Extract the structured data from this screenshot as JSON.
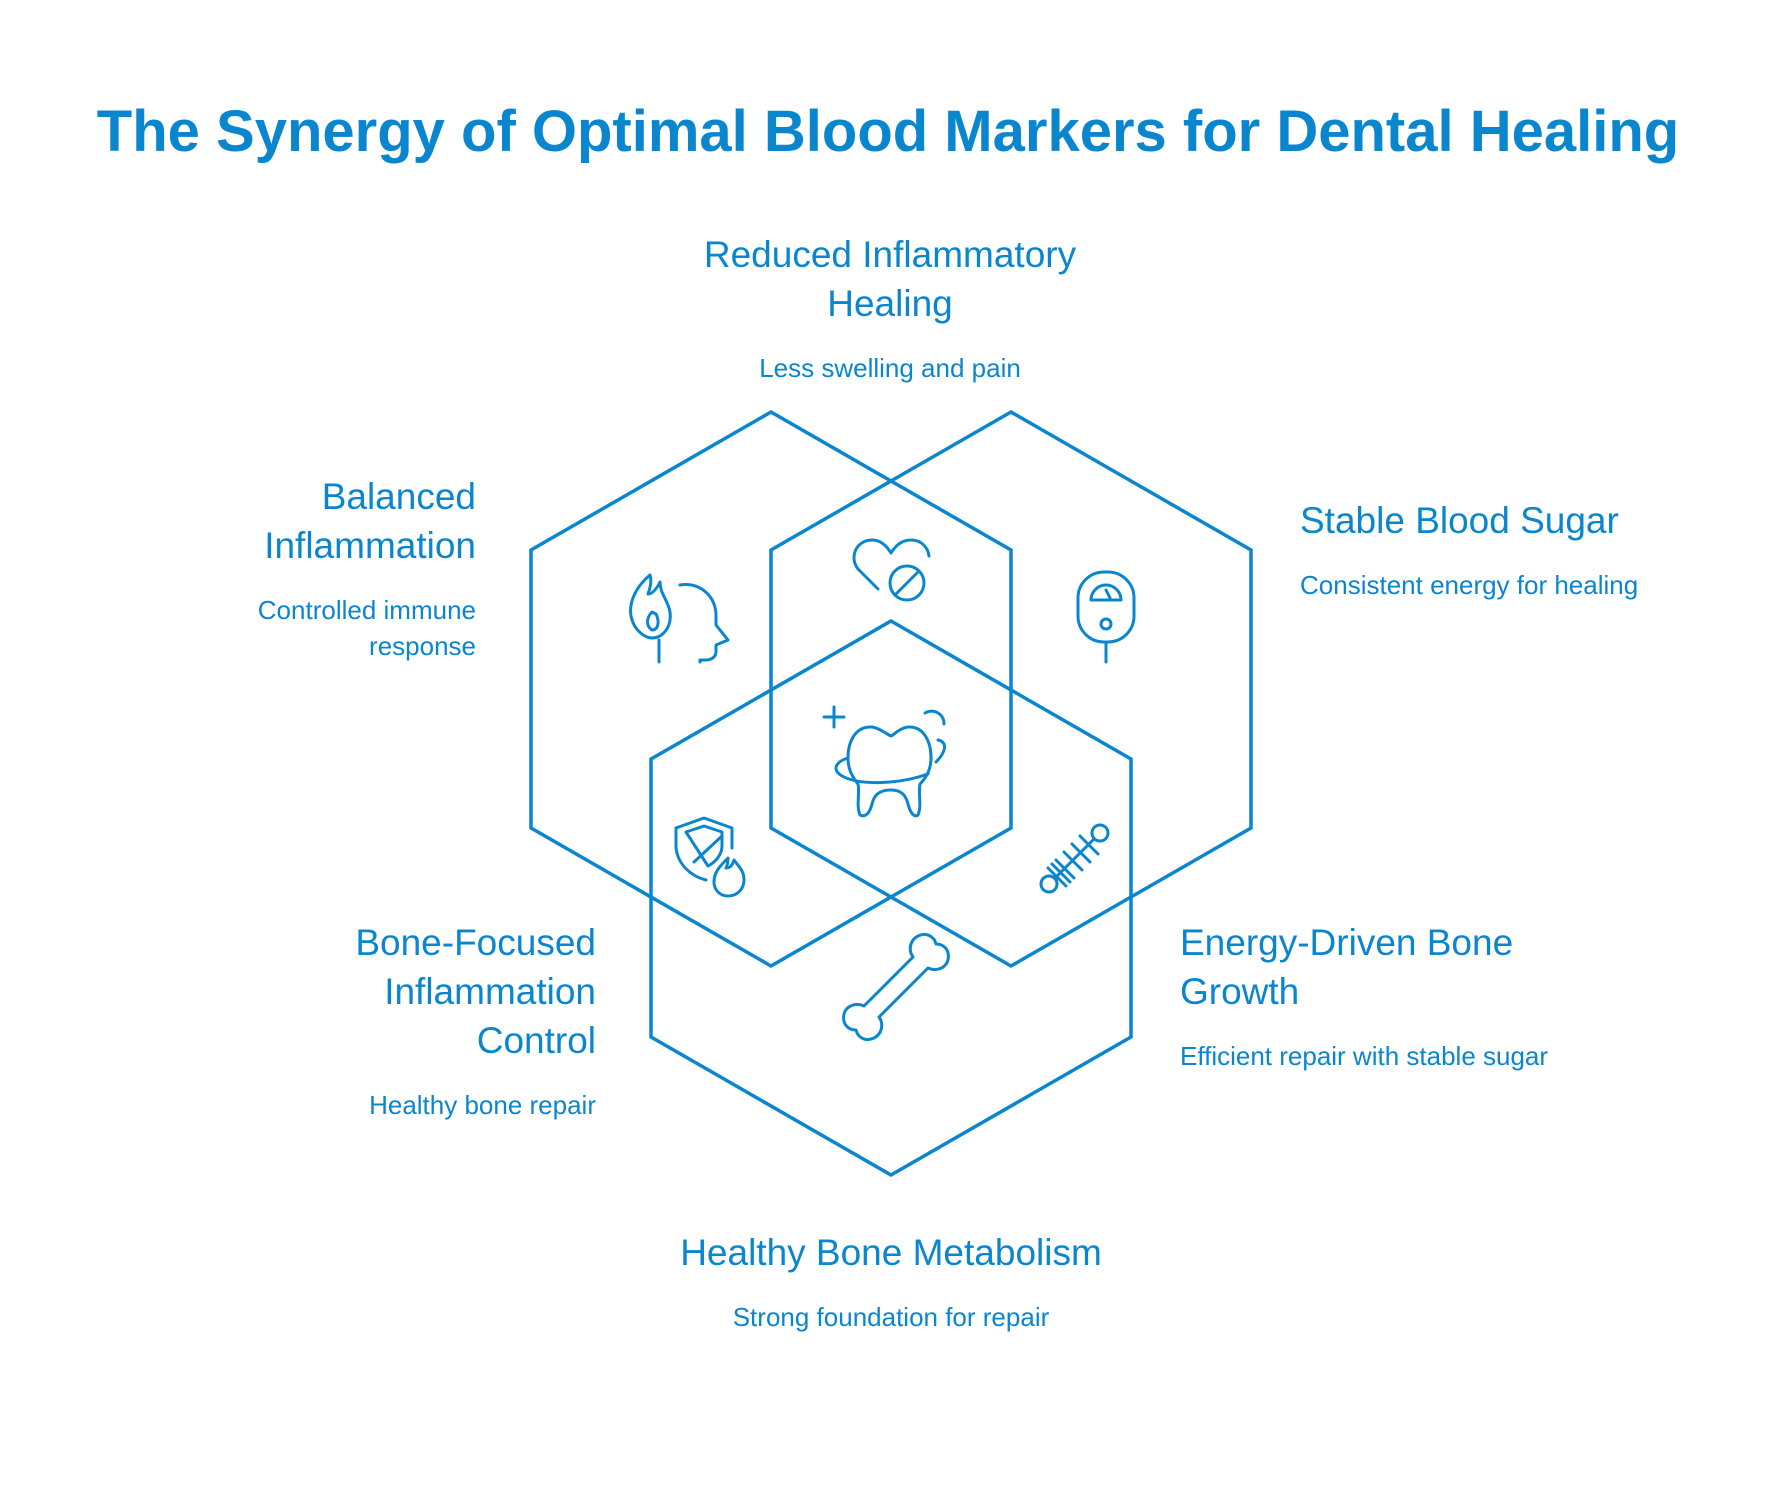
{
  "title": "The Synergy of Optimal Blood Markers for Dental Healing",
  "colors": {
    "accent": "#0a86cf",
    "background": "#ffffff"
  },
  "sets": [
    {
      "id": "inflammation",
      "icon": "fire-head-icon"
    },
    {
      "id": "blood-sugar",
      "icon": "glucose-meter-icon"
    },
    {
      "id": "bone",
      "icon": "bone-icon"
    }
  ],
  "regions": {
    "top": {
      "title": "Reduced Inflammatory Healing",
      "subtitle": "Less swelling and pain",
      "icon": "heart-no-icon"
    },
    "left": {
      "title": "Balanced Inflammation",
      "subtitle": "Controlled immune response"
    },
    "right": {
      "title": "Stable Blood Sugar",
      "subtitle": "Consistent energy for healing"
    },
    "bottom_left": {
      "title": "Bone-Focused Inflammation Control",
      "subtitle": "Healthy bone repair",
      "icon": "shield-flame-icon"
    },
    "bottom_right": {
      "title": "Energy-Driven Bone Growth",
      "subtitle": "Efficient repair with stable sugar",
      "icon": "bone-spine-icon"
    },
    "bottom": {
      "title": "Healthy Bone Metabolism",
      "subtitle": "Strong foundation for repair"
    },
    "center": {
      "icon": "healthy-tooth-icon"
    }
  }
}
